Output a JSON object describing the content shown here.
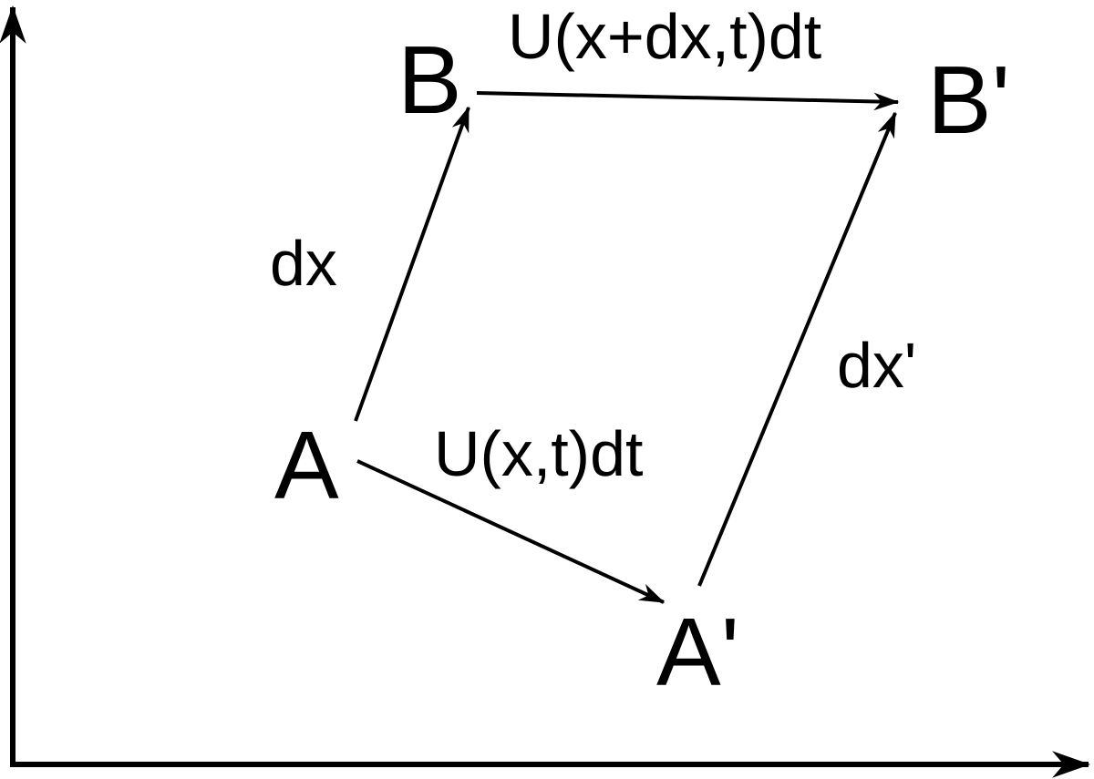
{
  "points": {
    "A": "A",
    "B": "B",
    "A_prime": "A'",
    "B_prime": "B'"
  },
  "arrows": {
    "A_to_B": "dx",
    "A_to_A_prime": "U(x,t)dt",
    "B_to_B_prime": "U(x+dx,t)dt",
    "A_prime_to_B_prime": "dx'"
  }
}
